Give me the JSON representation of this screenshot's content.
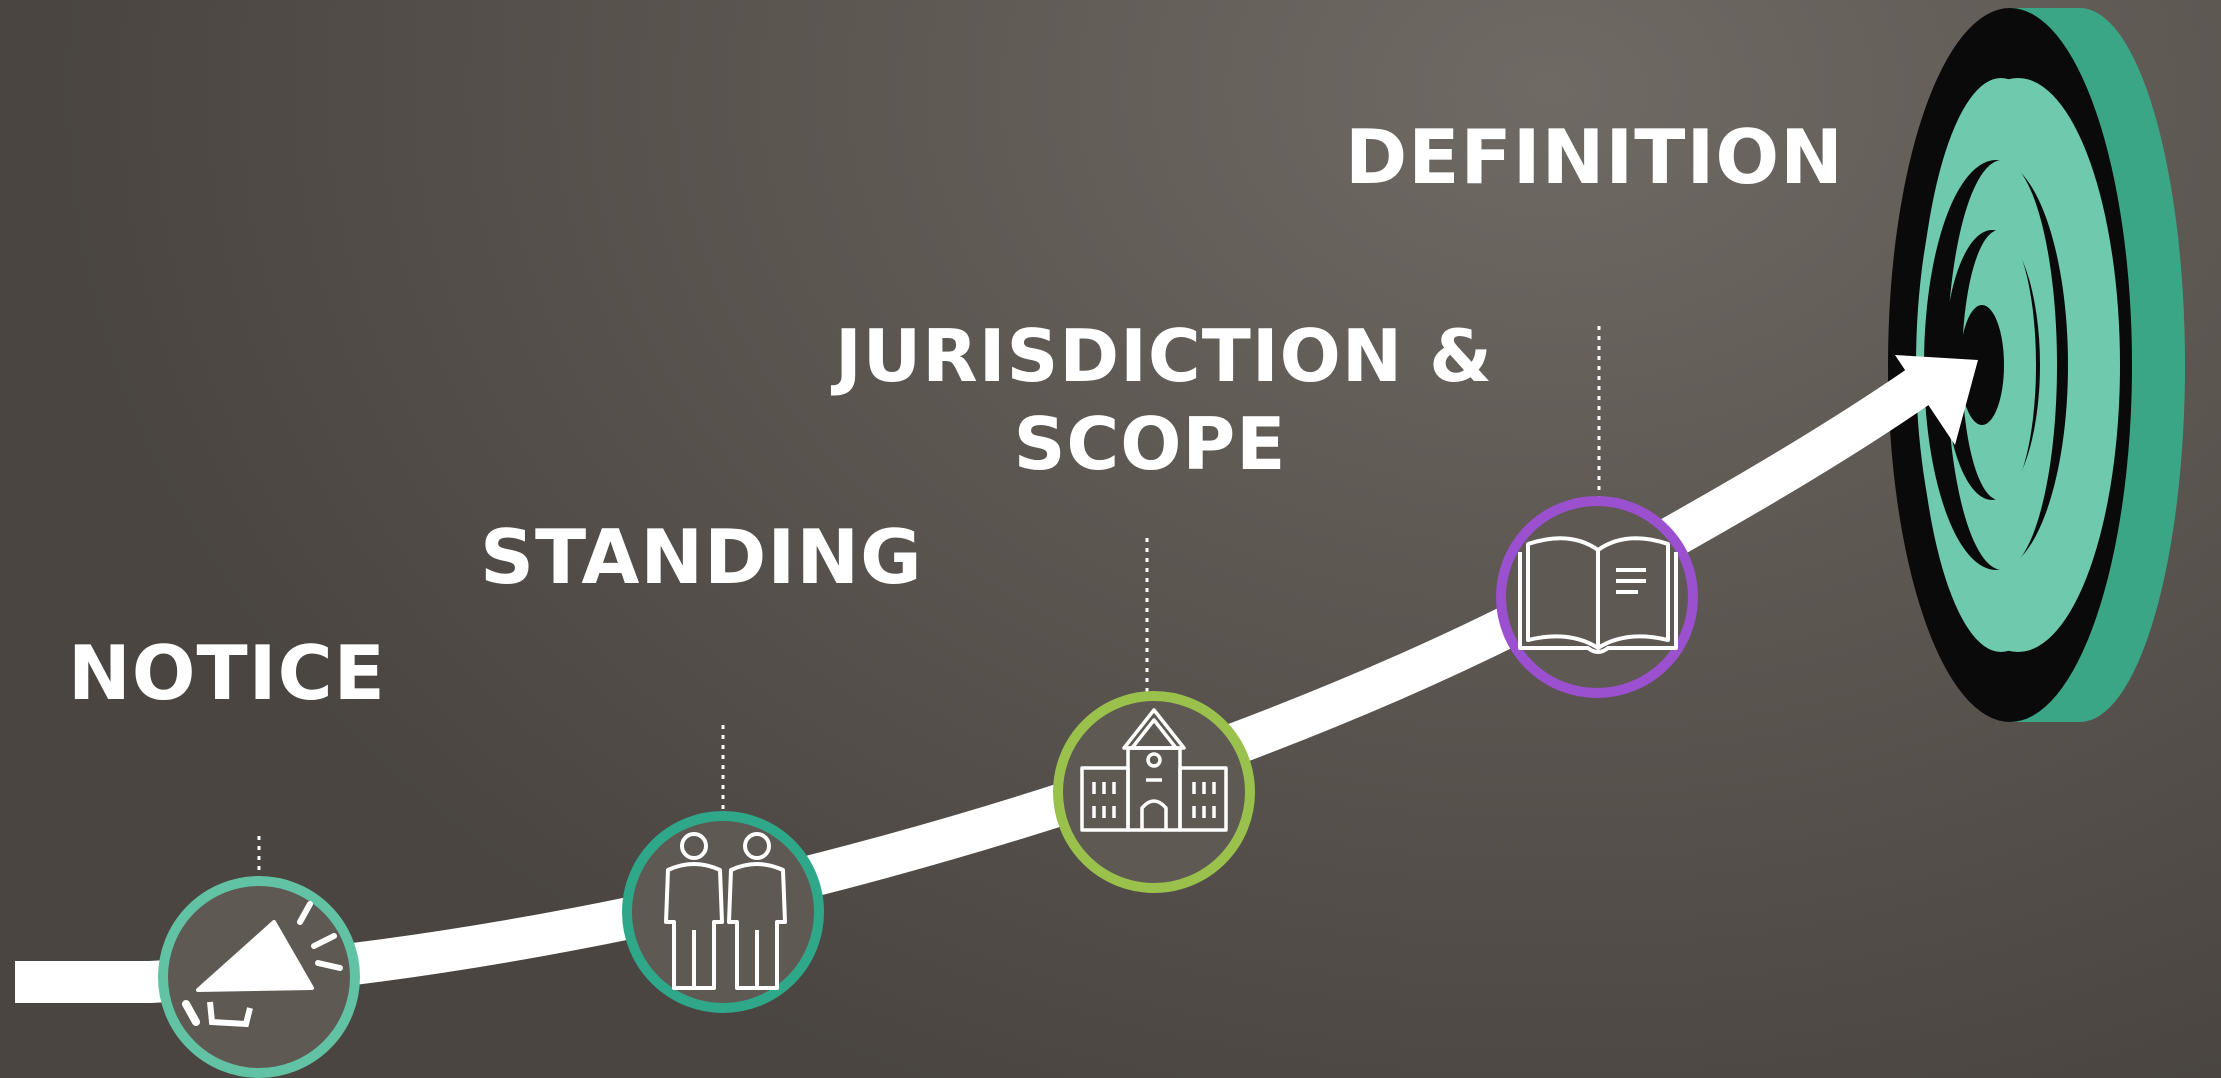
{
  "steps": [
    {
      "id": "notice",
      "label_lines": [
        "NOTICE"
      ],
      "icon": "megaphone-icon",
      "ring_color": "#62c3a4"
    },
    {
      "id": "standing",
      "label_lines": [
        "STANDING"
      ],
      "icon": "people-icon",
      "ring_color": "#2fa88a"
    },
    {
      "id": "jurisdiction",
      "label_lines": [
        "JURISDICTION &",
        "SCOPE"
      ],
      "icon": "courthouse-icon",
      "ring_color": "#9ac14c"
    },
    {
      "id": "definition",
      "label_lines": [
        "DEFINITION"
      ],
      "icon": "open-book-icon",
      "ring_color": "#9b50d0"
    }
  ],
  "target": {
    "icon": "target-icon",
    "teal_light": "#6ec9ad",
    "teal_dark": "#3aa686",
    "black": "#0a0a0a"
  },
  "path_color": "#ffffff"
}
